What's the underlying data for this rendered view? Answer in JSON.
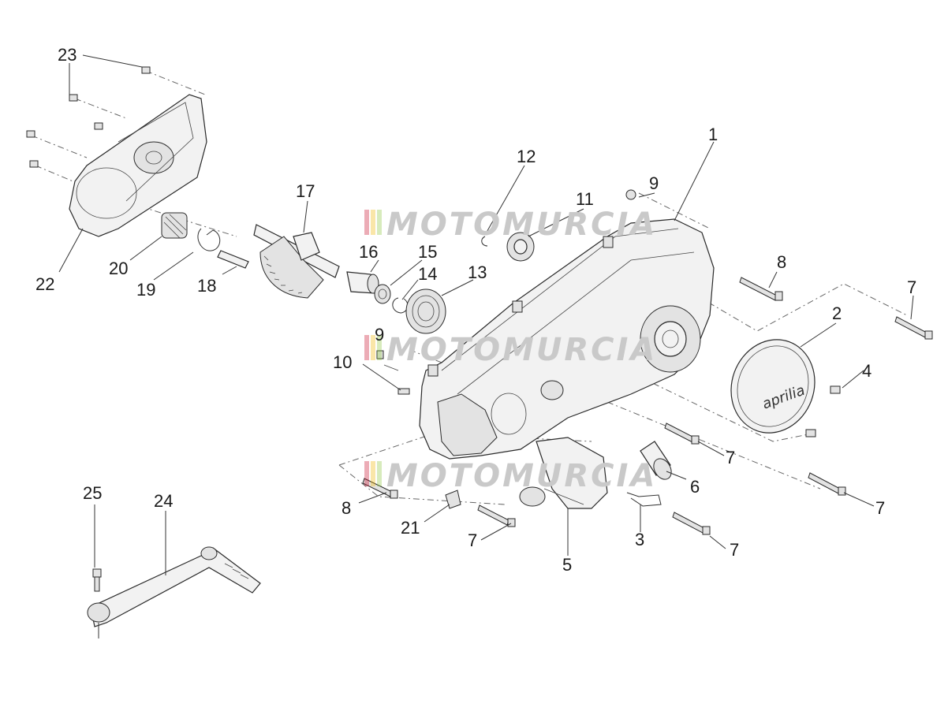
{
  "watermark": {
    "text": "MOTOMURCIA",
    "bar_colors": [
      "#c8102e",
      "#f2b705",
      "#8dc63f"
    ]
  },
  "callouts": [
    {
      "id": "c1",
      "text": "1"
    },
    {
      "id": "c2",
      "text": "2"
    },
    {
      "id": "c3",
      "text": "3"
    },
    {
      "id": "c4",
      "text": "4"
    },
    {
      "id": "c5",
      "text": "5"
    },
    {
      "id": "c6",
      "text": "6"
    },
    {
      "id": "c7a",
      "text": "7"
    },
    {
      "id": "c7b",
      "text": "7"
    },
    {
      "id": "c7c",
      "text": "7"
    },
    {
      "id": "c7d",
      "text": "7"
    },
    {
      "id": "c7e",
      "text": "7"
    },
    {
      "id": "c8a",
      "text": "8"
    },
    {
      "id": "c8b",
      "text": "8"
    },
    {
      "id": "c9a",
      "text": "9"
    },
    {
      "id": "c9b",
      "text": "9"
    },
    {
      "id": "c10",
      "text": "10"
    },
    {
      "id": "c11",
      "text": "11"
    },
    {
      "id": "c12",
      "text": "12"
    },
    {
      "id": "c13",
      "text": "13"
    },
    {
      "id": "c14",
      "text": "14"
    },
    {
      "id": "c15",
      "text": "15"
    },
    {
      "id": "c16",
      "text": "16"
    },
    {
      "id": "c17",
      "text": "17"
    },
    {
      "id": "c18",
      "text": "18"
    },
    {
      "id": "c19",
      "text": "19"
    },
    {
      "id": "c20",
      "text": "20"
    },
    {
      "id": "c21",
      "text": "21"
    },
    {
      "id": "c22",
      "text": "22"
    },
    {
      "id": "c23",
      "text": "23"
    },
    {
      "id": "c24",
      "text": "24"
    },
    {
      "id": "c25",
      "text": "25"
    }
  ],
  "cover_logo": "aprilia"
}
